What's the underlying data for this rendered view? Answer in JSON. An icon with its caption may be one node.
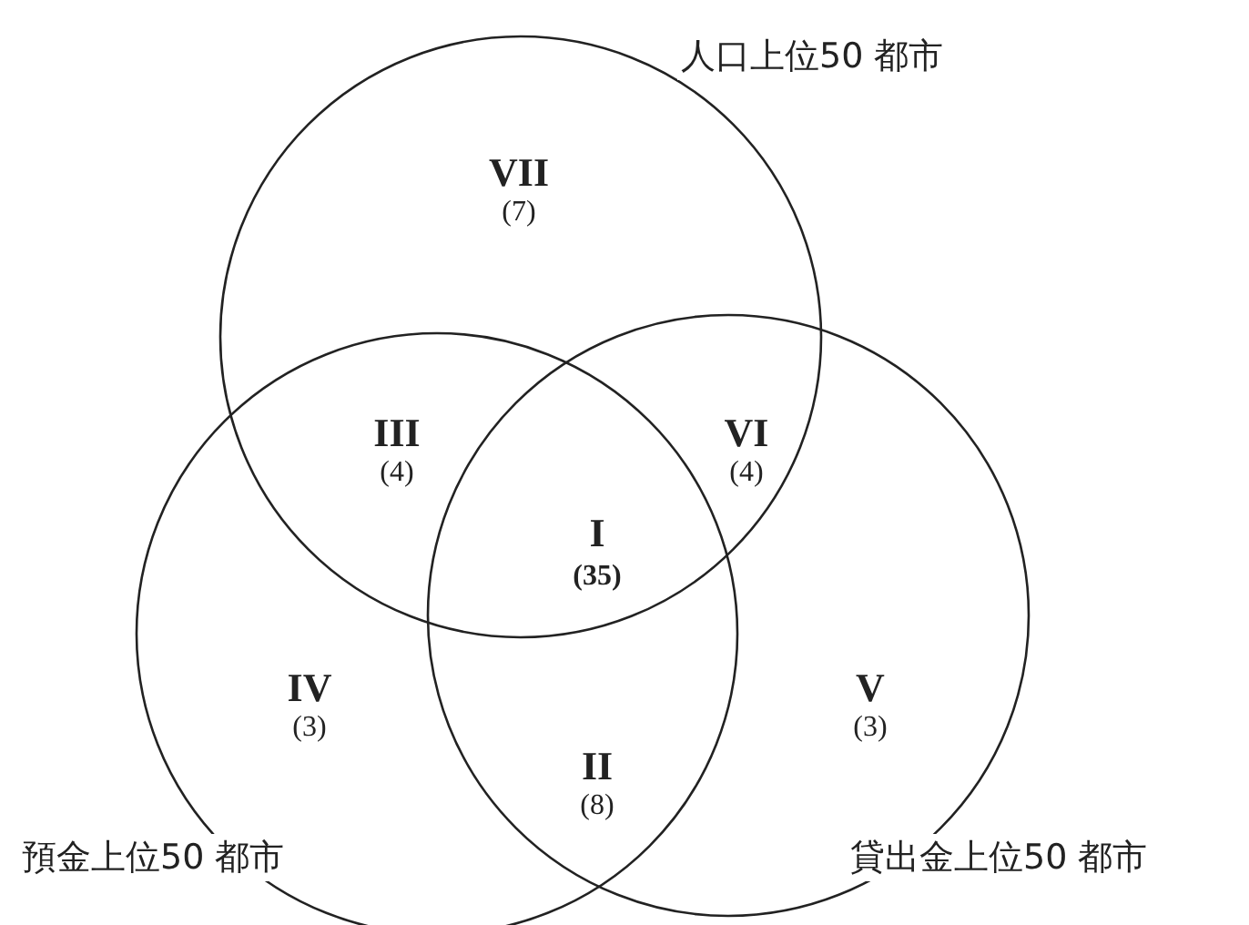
{
  "diagram": {
    "nodes": [
      {
        "text": [
          "人口上位50 都市"
        ]
      },
      {
        "text": [
          "預金上位50 都市"
        ]
      },
      {
        "text": [
          "貸出金上位50 都市"
        ]
      }
    ],
    "edges": [],
    "labels": [
      "VII",
      "(7)",
      "III",
      "(4)",
      "VI",
      "(4)",
      "I",
      "(35)",
      "IV",
      "(3)",
      "V",
      "(3)",
      "II",
      "(8)"
    ]
  }
}
